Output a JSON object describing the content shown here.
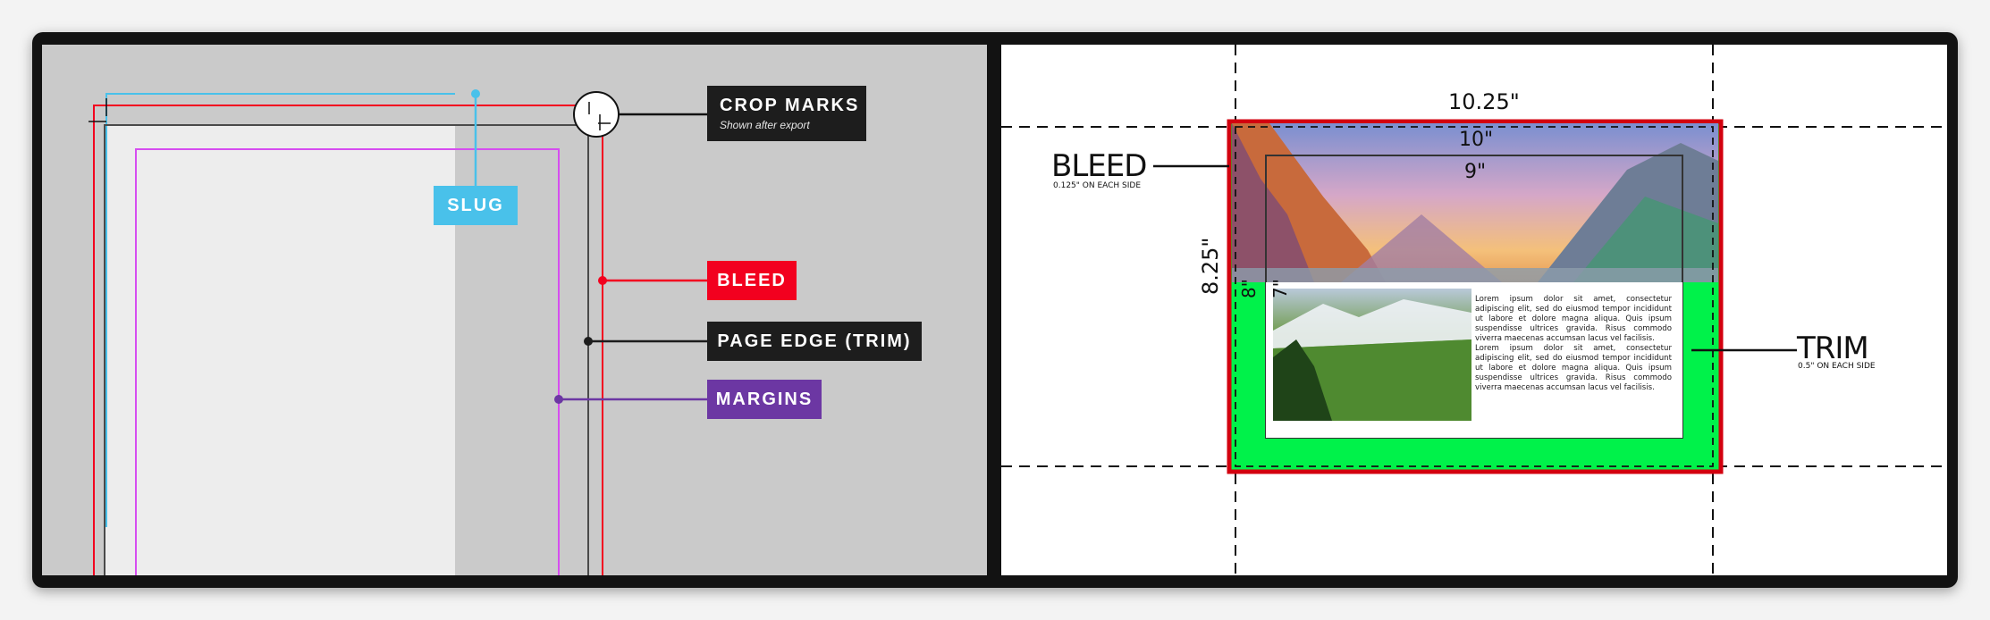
{
  "left_panel": {
    "crop_marks": {
      "title": "CROP MARKS",
      "subtitle": "Shown after export",
      "color": "#1d1d1d"
    },
    "slug": {
      "label": "SLUG",
      "color": "#49c1ea"
    },
    "bleed": {
      "label": "BLEED",
      "color": "#f2001f"
    },
    "trim": {
      "label": "PAGE EDGE (TRIM)",
      "color": "#1d1d1d"
    },
    "margins": {
      "label": "MARGINS",
      "color": "#6c37a3"
    }
  },
  "right_panel": {
    "dimensions": {
      "bleed_width": "10.25\"",
      "trim_width": "10\"",
      "margin_width": "9\"",
      "bleed_height": "8.25\"",
      "trim_height": "8\"",
      "margin_height": "7\""
    },
    "bleed_label": {
      "title": "BLEED",
      "note": "0.125\" ON EACH SIDE"
    },
    "trim_label": {
      "title": "TRIM",
      "note": "0.5\" ON EACH SIDE"
    },
    "body_text": {
      "paragraph_1": "Lorem ipsum dolor sit amet, consectetur adipiscing elit, sed do eiusmod tempor incididunt ut labore et dolore magna aliqua. Quis ipsum suspendisse ultrices gravida. Risus commodo viverra maecenas accumsan lacus vel facilisis.",
      "paragraph_2": "Lorem ipsum dolor sit amet, consectetur adipiscing elit, sed do eiusmod tempor incididunt ut labore et dolore magna aliqua. Quis ipsum suspendisse ultrices gravida. Risus commodo viverra maecenas accumsan lacus vel facilisis."
    },
    "colors": {
      "bleed_area": "#00f24a",
      "bleed_border": "#d3000f",
      "guide": "#111111"
    }
  }
}
